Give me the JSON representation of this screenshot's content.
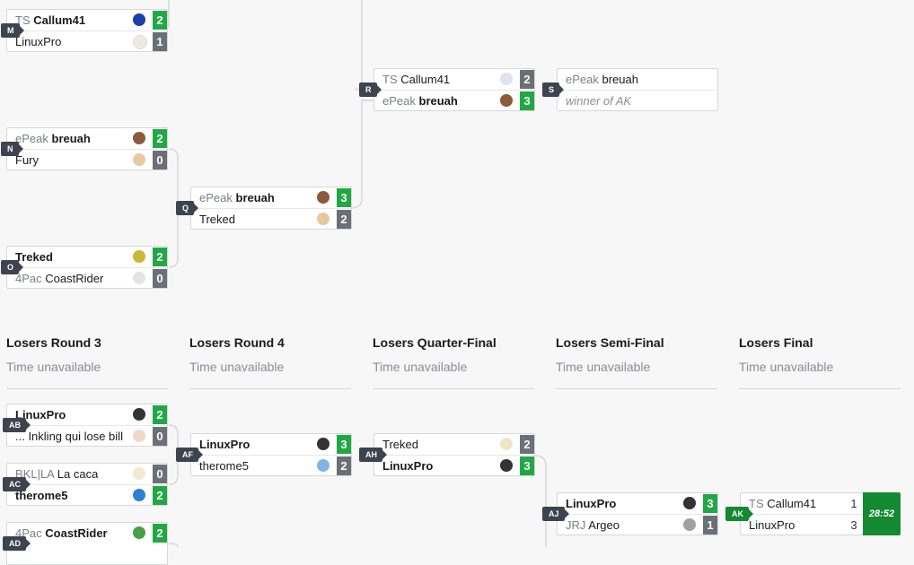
{
  "winners_sets": [
    {
      "id": "M",
      "p1": {
        "prefix": "TS",
        "name": "Callum41",
        "score": "2",
        "win": true,
        "char": "#1b3fa6"
      },
      "p2": {
        "prefix": "",
        "name": "LinuxPro",
        "score": "1",
        "win": false,
        "char": "#efeae0"
      }
    },
    {
      "id": "R",
      "p1": {
        "prefix": "TS",
        "name": "Callum41",
        "score": "2",
        "win": false,
        "char": "#dfe3ef"
      },
      "p2": {
        "prefix": "ePeak",
        "name": "breuah",
        "score": "3",
        "win": true,
        "char": "#8a5a3c"
      }
    },
    {
      "id": "S",
      "p1": {
        "prefix": "ePeak",
        "name": "breuah"
      },
      "p2": {
        "placeholder": "winner of AK"
      }
    },
    {
      "id": "N",
      "p1": {
        "prefix": "ePeak",
        "name": "breuah",
        "score": "2",
        "win": true,
        "char": "#8a5a3c"
      },
      "p2": {
        "prefix": "",
        "name": "Fury",
        "score": "0",
        "win": false,
        "char": "#e9c9a4"
      }
    },
    {
      "id": "Q",
      "p1": {
        "prefix": "ePeak",
        "name": "breuah",
        "score": "3",
        "win": true,
        "char": "#8a5a3c"
      },
      "p2": {
        "prefix": "",
        "name": "Treked",
        "score": "2",
        "win": false,
        "char": "#e8c8a0"
      }
    },
    {
      "id": "O",
      "p1": {
        "prefix": "",
        "name": "Treked",
        "score": "2",
        "win": true,
        "char": "#c9b735"
      },
      "p2": {
        "prefix": "4Pac",
        "name": "CoastRider",
        "score": "0",
        "win": false,
        "char": "#e4e4e4"
      }
    }
  ],
  "losers_rounds": [
    {
      "title": "Losers Round 3",
      "time": "Time unavailable"
    },
    {
      "title": "Losers Round 4",
      "time": "Time unavailable"
    },
    {
      "title": "Losers Quarter-Final",
      "time": "Time unavailable"
    },
    {
      "title": "Losers Semi-Final",
      "time": "Time unavailable"
    },
    {
      "title": "Losers Final",
      "time": "Time unavailable"
    }
  ],
  "losers_sets": [
    {
      "id": "AB",
      "p1": {
        "prefix": "",
        "name": "LinuxPro",
        "score": "2",
        "win": true,
        "char": "#333333"
      },
      "p2": {
        "prefix": "",
        "name": "... Inkling qui lose bill",
        "score": "0",
        "win": false,
        "char": "#f0d8c8"
      }
    },
    {
      "id": "AC",
      "p1": {
        "prefix": "BKL|LA",
        "name": "La caca",
        "score": "0",
        "win": false,
        "char": "#f2ead0"
      },
      "p2": {
        "prefix": "",
        "name": "therome5",
        "score": "2",
        "win": true,
        "char": "#2e7fd1"
      }
    },
    {
      "id": "AD",
      "p1": {
        "prefix": "4Pac",
        "name": "CoastRider",
        "score": "2",
        "win": true,
        "char": "#4aa04a"
      }
    },
    {
      "id": "AF",
      "p1": {
        "prefix": "",
        "name": "LinuxPro",
        "score": "3",
        "win": true,
        "char": "#333333"
      },
      "p2": {
        "prefix": "",
        "name": "therome5",
        "score": "2",
        "win": false,
        "char": "#7fb5e6"
      }
    },
    {
      "id": "AH",
      "p1": {
        "prefix": "",
        "name": "Treked",
        "score": "2",
        "win": false,
        "char": "#efe6c8"
      },
      "p2": {
        "prefix": "",
        "name": "LinuxPro",
        "score": "3",
        "win": true,
        "char": "#333333"
      }
    },
    {
      "id": "AJ",
      "p1": {
        "prefix": "",
        "name": "LinuxPro",
        "score": "3",
        "win": true,
        "char": "#333333"
      },
      "p2": {
        "prefix": "JRJ",
        "name": "Argeo",
        "score": "1",
        "win": false,
        "char": "#a0a0a0"
      }
    },
    {
      "id": "AK",
      "p1": {
        "prefix": "TS",
        "name": "Callum41",
        "score": "1",
        "win": false
      },
      "p2": {
        "prefix": "",
        "name": "LinuxPro",
        "score": "3",
        "win": false
      },
      "time": "28:52"
    }
  ],
  "colors": {
    "win": "#21a844",
    "loss": "#6b6f76",
    "tag": "#3d434f",
    "live": "#138a31"
  }
}
